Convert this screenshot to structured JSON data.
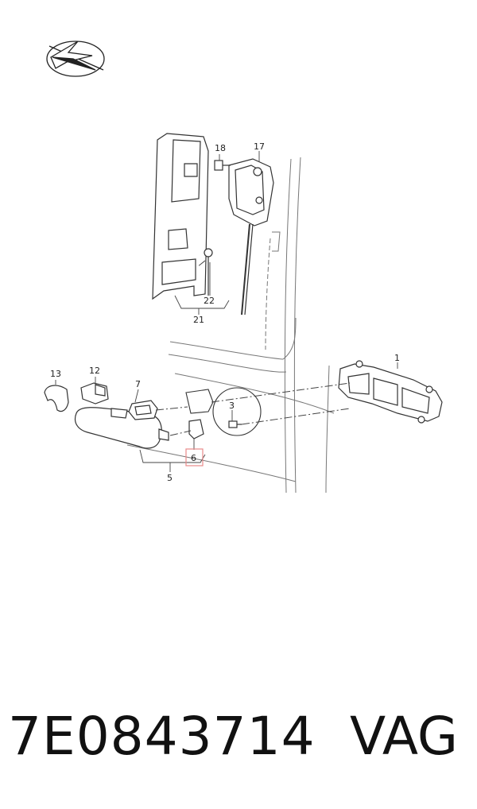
{
  "diagram": {
    "callouts": [
      {
        "id": "c18",
        "text": "18"
      },
      {
        "id": "c17",
        "text": "17"
      },
      {
        "id": "c22",
        "text": "22"
      },
      {
        "id": "c21",
        "text": "21"
      },
      {
        "id": "c13",
        "text": "13"
      },
      {
        "id": "c12",
        "text": "12"
      },
      {
        "id": "c7",
        "text": "7"
      },
      {
        "id": "c3",
        "text": "3"
      },
      {
        "id": "c1",
        "text": "1"
      },
      {
        "id": "c6",
        "text": "6"
      },
      {
        "id": "c5",
        "text": "5"
      }
    ],
    "highlight_color": "#e88a8a"
  },
  "footer": {
    "part_number": "7E0843714",
    "brand": "VAG"
  }
}
